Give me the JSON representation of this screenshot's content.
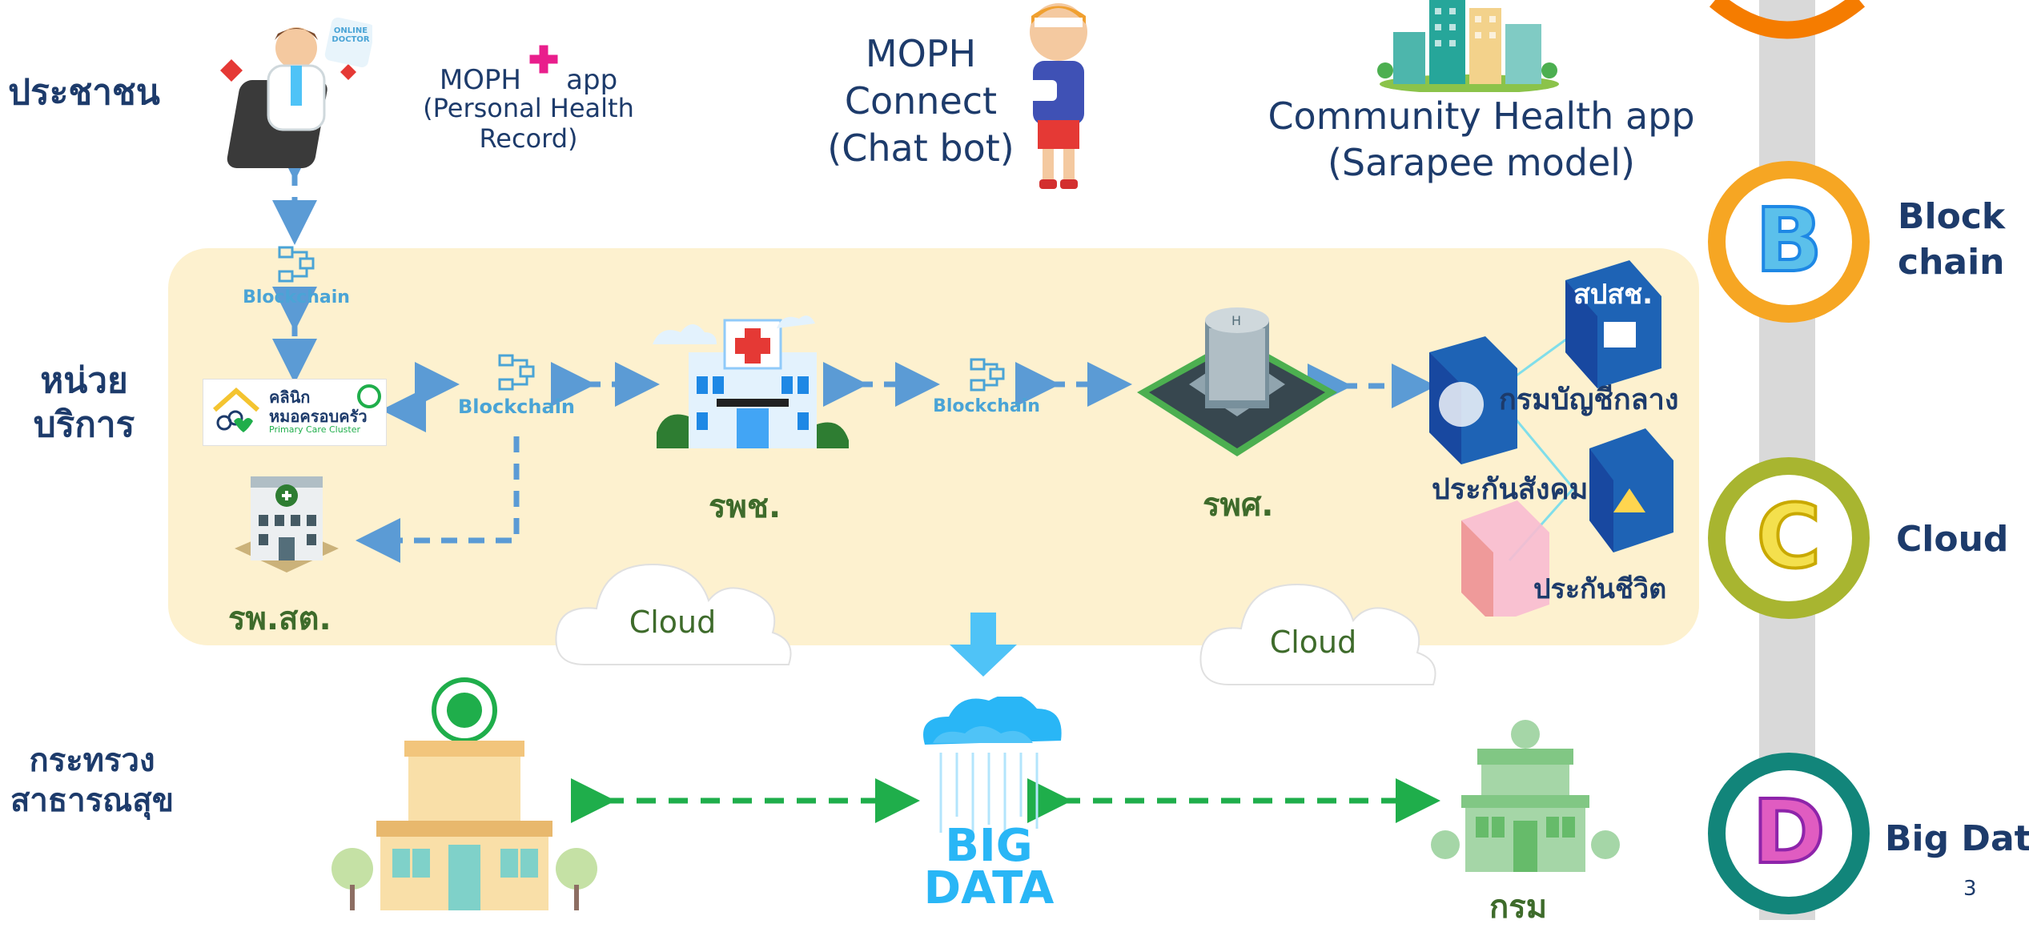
{
  "tiers": {
    "people": "ประชาชน",
    "service_unit": "หน่วย\nบริการ",
    "ministry": "กระทรวง\nสาธารณสุข"
  },
  "apps": {
    "moph_app_name": "MOPH",
    "moph_app_suffix": "app",
    "moph_app_sub": "(Personal Health Record)",
    "moph_connect": "MOPH\nConnect\n(Chat bot)",
    "community_app": "Community Health app\n(Sarapee model)",
    "doctor_badge": "ONLINE\nDOCTOR"
  },
  "blockchain_label": "Blockchain",
  "units": {
    "clinic_name": "คลินิก",
    "clinic_sub": "หมอครอบครัว",
    "clinic_en": "Primary Care Cluster",
    "rpst": "รพ.สต.",
    "rpch": "รพช.",
    "rps": "รพศ.",
    "sposch": "สปสช.",
    "comptroller": "กรมบัญชีกลาง",
    "social_security": "ประกันสังคม",
    "life_insurance": "ประกันชีวิต"
  },
  "clouds": [
    "Cloud",
    "Cloud"
  ],
  "big_data": "BIG\nDATA",
  "department": "กรม",
  "abcd": [
    {
      "letter": "B",
      "label": "Block\nchain",
      "color": "#f6a623"
    },
    {
      "letter": "C",
      "label": "Cloud",
      "color": "#a8b530"
    },
    {
      "letter": "D",
      "label": "Big Data",
      "color": "#12857a"
    }
  ],
  "page_number": "3"
}
